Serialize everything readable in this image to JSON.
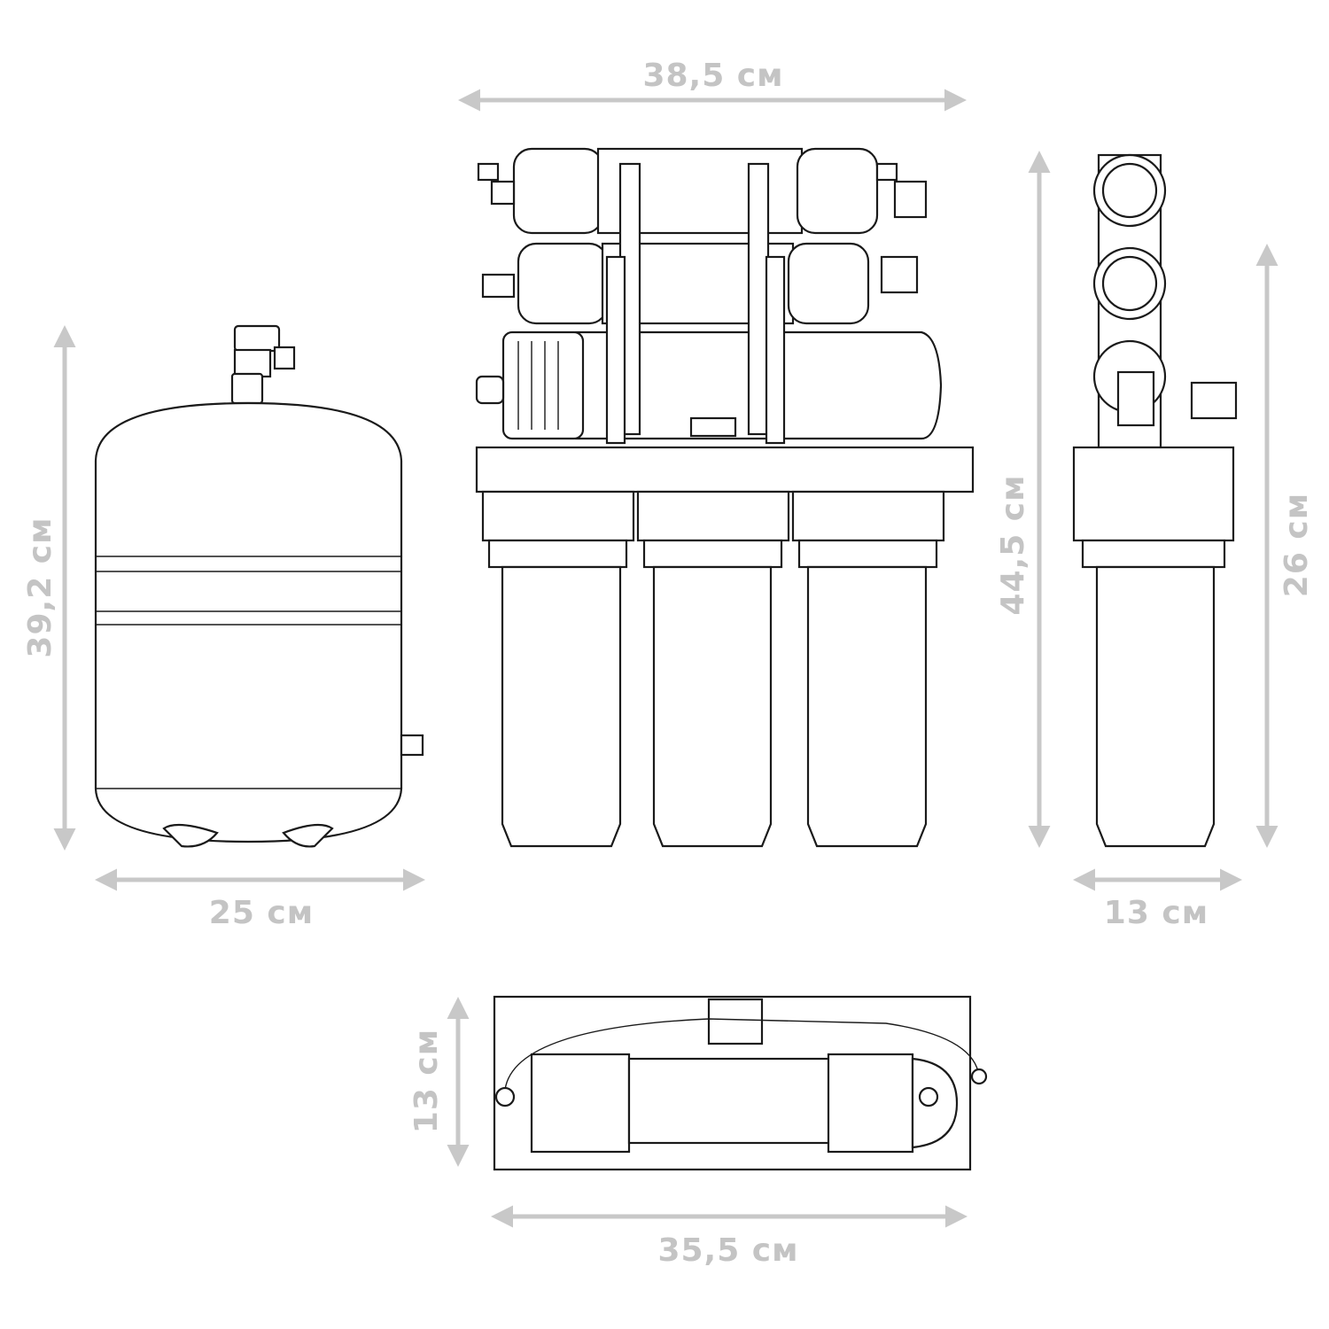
{
  "dimensions": {
    "main_width": "38,5 см",
    "tank_height": "39,2 см",
    "tank_width": "25 см",
    "main_height": "44,5 см",
    "side_height": "26 см",
    "side_width": "13 см",
    "top_depth": "13 см",
    "top_width": "35,5 см"
  },
  "colors": {
    "dimension": "#c4c4c4",
    "line": "#1a1a1a"
  }
}
